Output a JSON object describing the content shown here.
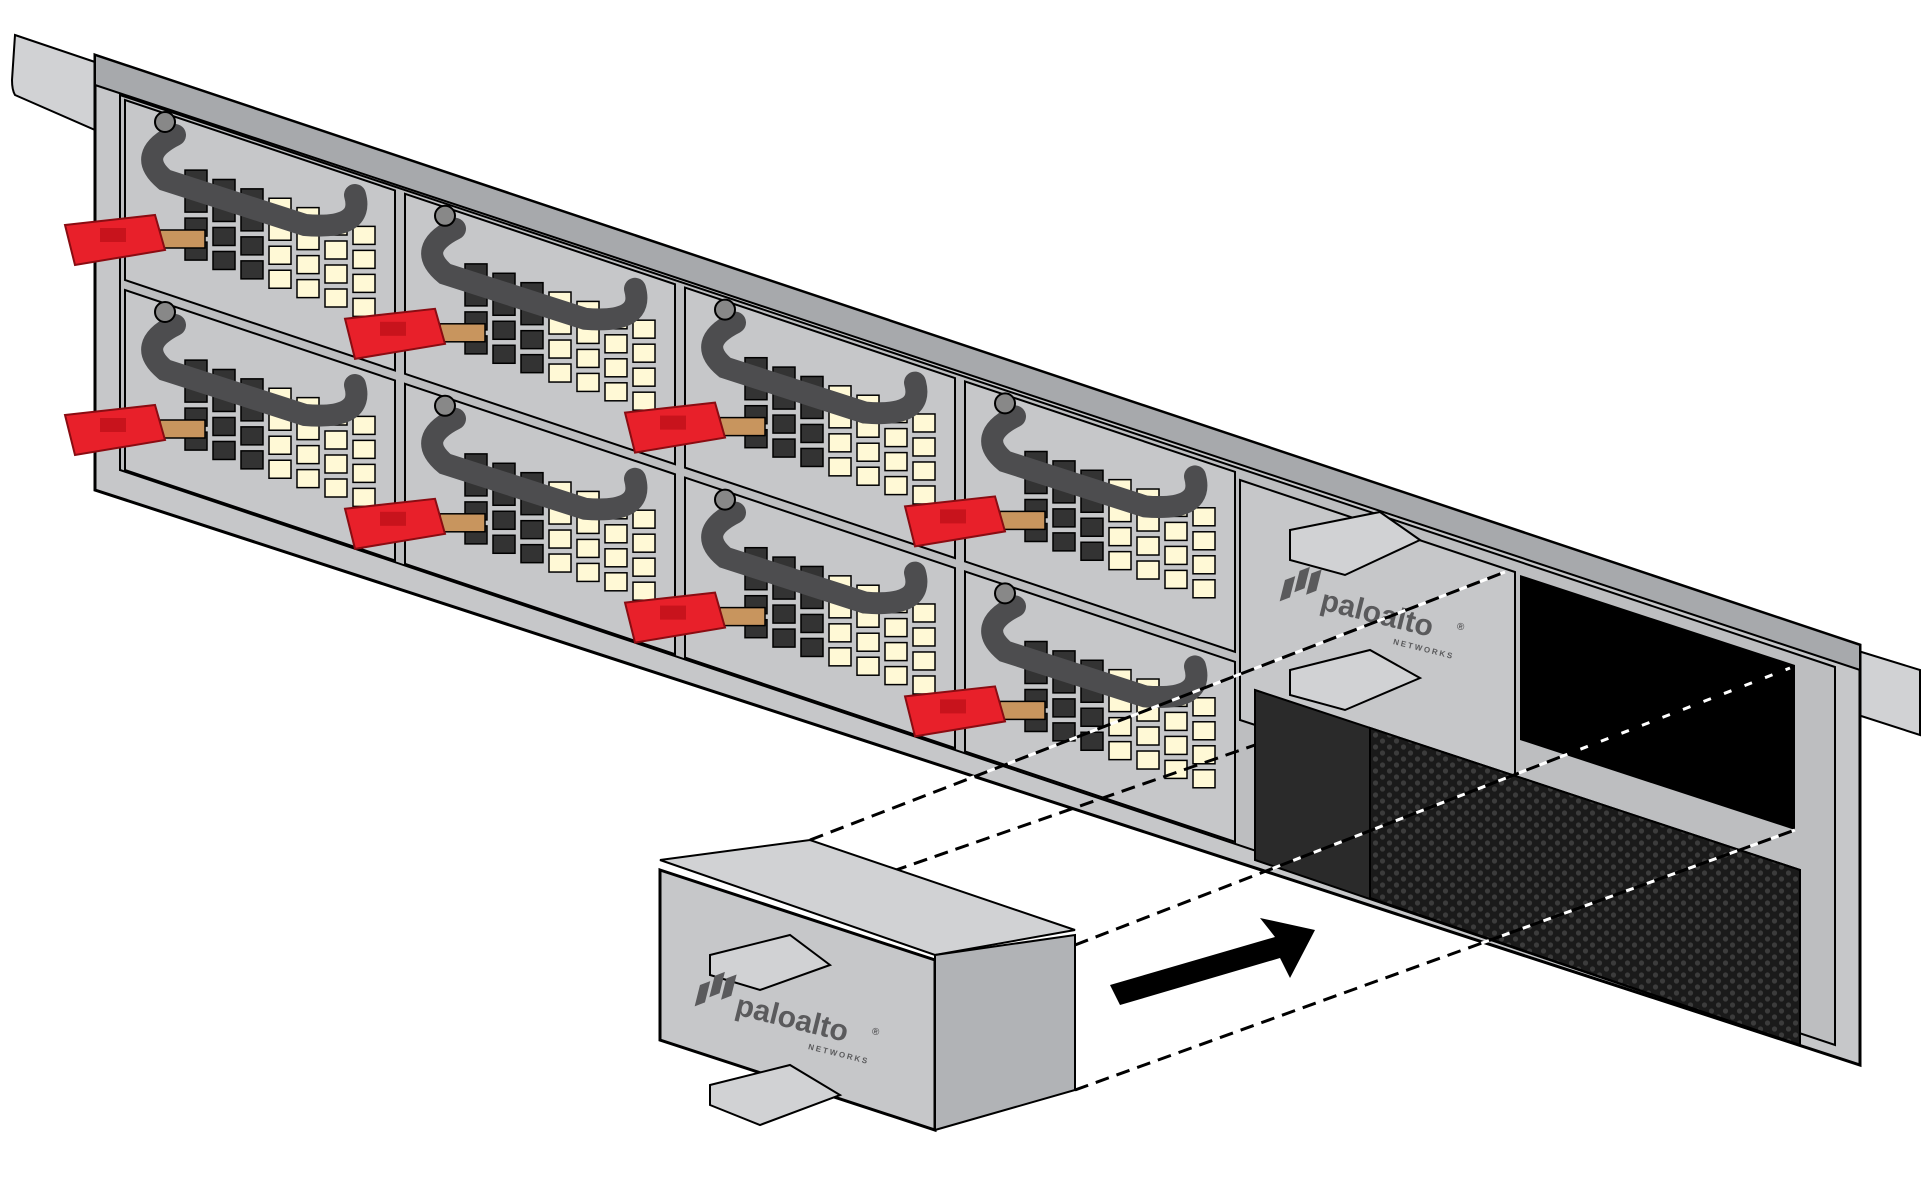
{
  "diagram": {
    "title": "Installing a module into the chassis slot",
    "chassis": {
      "logo": {
        "brand": "paloalto",
        "registered_mark": "®",
        "sub": "NETWORKS"
      },
      "psu_count": 8,
      "psu_rows": 2,
      "psu_cols": 4,
      "empty_bay": "open slot with hex-mesh vent"
    },
    "module": {
      "logo": {
        "brand": "paloalto",
        "registered_mark": "®",
        "sub": "NETWORKS"
      }
    },
    "arrow": {
      "meaning": "insert direction"
    },
    "colors": {
      "chassis_face": "#c6c7c9",
      "chassis_dark": "#a7a9ac",
      "handle": "#4d4d4f",
      "latch_red": "#e8202a",
      "latch_tab": "#c8955e",
      "vent_fill": "#fff9d6",
      "outline": "#000000",
      "logo": "#5a5a5c"
    }
  }
}
